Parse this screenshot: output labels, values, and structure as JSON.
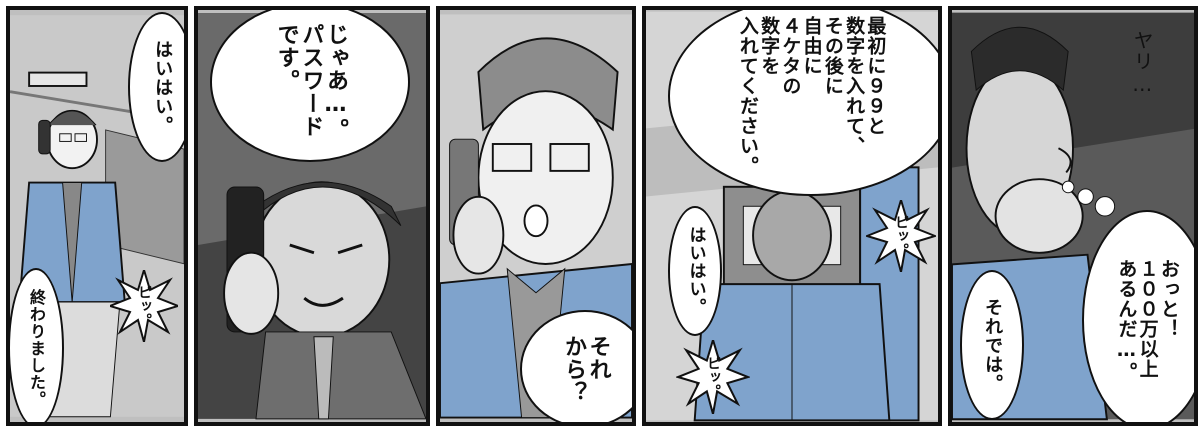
{
  "panels": [
    {
      "speech": [
        "はいはい。",
        "終わりました。"
      ],
      "sfx": "ピッ。"
    },
    {
      "speech": [
        "じゃあ…。\nパスワード\nです。"
      ]
    },
    {
      "speech": [
        "それ\nから？"
      ]
    },
    {
      "speech": [
        "最初に９９と\n数字を入れて、\nその後に\n自由に\n４ケタの\n数字を\n入れてください。",
        "はいはい。"
      ],
      "sfx": [
        "ピッ。",
        "ピッ。"
      ]
    },
    {
      "speech": [
        "おっと！\n１００万以上\nあるんだ…。",
        "それでは。"
      ],
      "thought": "ヤリ…"
    }
  ],
  "colors": {
    "panel_border": "#111111",
    "screen_tone": "#bfbfbf",
    "jacket_blue": "#7fa3cc"
  }
}
